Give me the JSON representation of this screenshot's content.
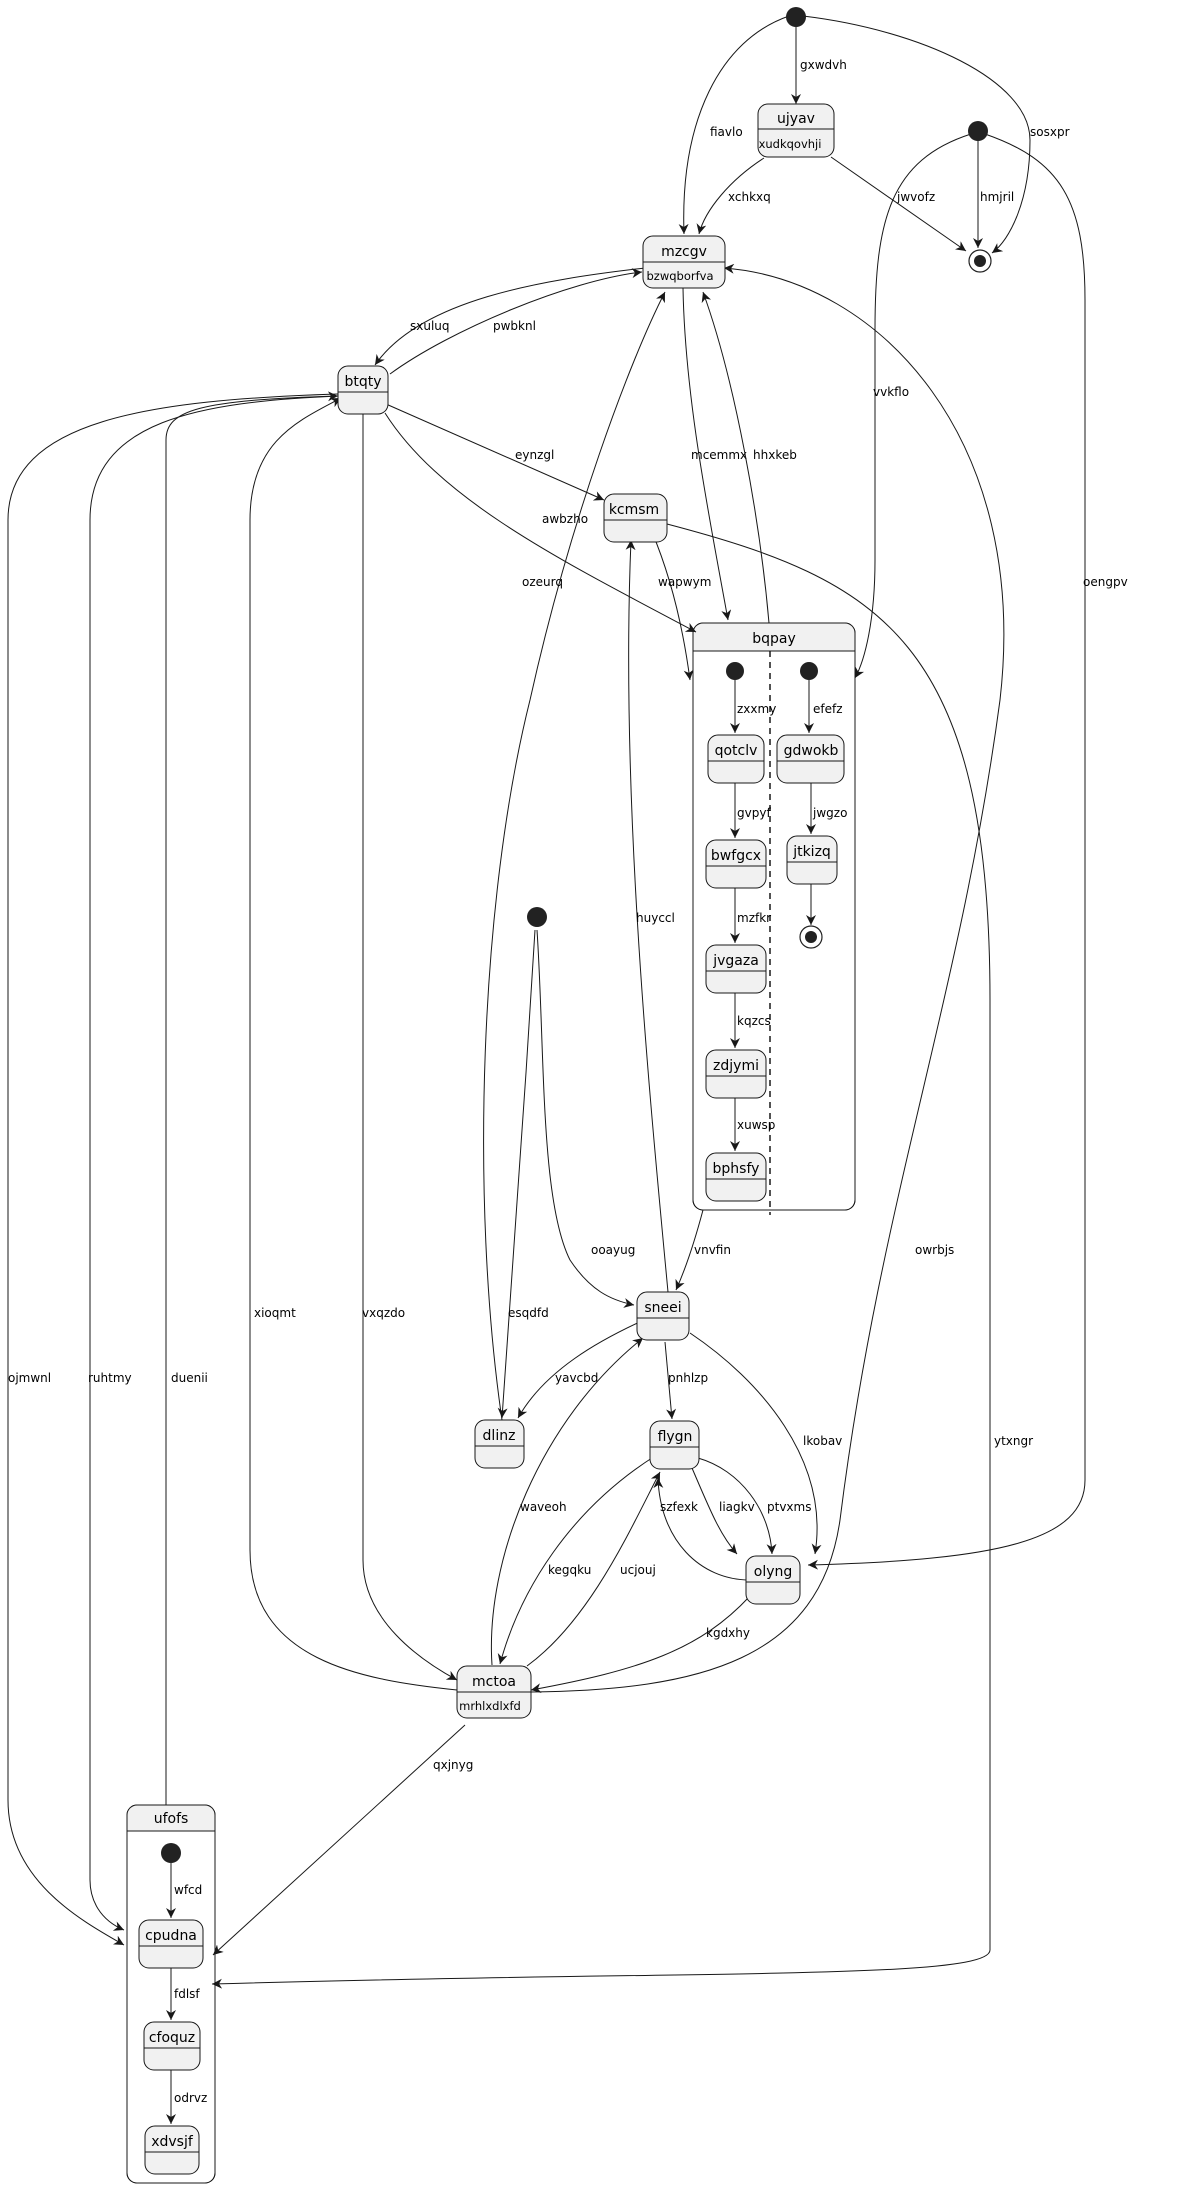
{
  "diagram": {
    "states": {
      "mzcgv": {
        "name": "mzcgv",
        "body": "bzwqborfva"
      },
      "ujyav": {
        "name": "ujyav",
        "body": "xudkqovhji"
      },
      "btqty": {
        "name": "btqty"
      },
      "kcmsm": {
        "name": "kcmsm"
      },
      "bqpay": {
        "name": "bqpay"
      },
      "qotclv": {
        "name": "qotclv"
      },
      "bwfgcx": {
        "name": "bwfgcx"
      },
      "jvgaza": {
        "name": "jvgaza"
      },
      "zdjymi": {
        "name": "zdjymi"
      },
      "bphsfy": {
        "name": "bphsfy"
      },
      "gdwokb": {
        "name": "gdwokb"
      },
      "jtkizq": {
        "name": "jtkizq"
      },
      "sneei": {
        "name": "sneei"
      },
      "dlinz": {
        "name": "dlinz"
      },
      "flygn": {
        "name": "flygn"
      },
      "olyng": {
        "name": "olyng"
      },
      "mctoa": {
        "name": "mctoa",
        "body": "mrhlxdlxfd"
      },
      "ufofs": {
        "name": "ufofs"
      },
      "cpudna": {
        "name": "cpudna"
      },
      "cfoquz": {
        "name": "cfoquz"
      },
      "xdvsjf": {
        "name": "xdvsjf"
      }
    },
    "transitions": {
      "gxwdvh": "gxwdvh",
      "fiavlo": "fiavlo",
      "sosxpr": "sosxpr",
      "xchkxq": "xchkxq",
      "jwvofz": "jwvofz",
      "hmjril": "hmjril",
      "vvkflo": "vvkflo",
      "oengpv": "oengpv",
      "sxuluq": "sxuluq",
      "pwbknl": "pwbknl",
      "eynzgl": "eynzgl",
      "awbzho": "awbzho",
      "mcemmx": "mcemmx",
      "hhxkeb": "hhxkeb",
      "ozeurq": "ozeurq",
      "wapwym": "wapwym",
      "zxxmy": "zxxmy",
      "gvpyf": "gvpyf",
      "mzfkr": "mzfkr",
      "kqzcs": "kqzcs",
      "xuwsp": "xuwsp",
      "efefz": "efefz",
      "jwgzo": "jwgzo",
      "huyccl": "huyccl",
      "vnvfin": "vnvfin",
      "ooayug": "ooayug",
      "esqdfd": "esqdfd",
      "yavcbd": "yavcbd",
      "pnhlzp": "pnhlzp",
      "lkobav": "lkobav",
      "szfexk": "szfexk",
      "liagkv": "liagkv",
      "ptvxms": "ptvxms",
      "waveoh": "waveoh",
      "kegqku": "kegqku",
      "ucjouj": "ucjouj",
      "kgdxhy": "kgdxhy",
      "owrbjs": "owrbjs",
      "ytxngr": "ytxngr",
      "xioqmt": "xioqmt",
      "vxqzdo": "vxqzdo",
      "ojmwnl": "ojmwnl",
      "ruhtmy": "ruhtmy",
      "duenii": "duenii",
      "qxjnyg": "qxjnyg",
      "wfcd": "wfcd",
      "fdlsf": "fdlsf",
      "odrvz": "odrvz"
    }
  }
}
